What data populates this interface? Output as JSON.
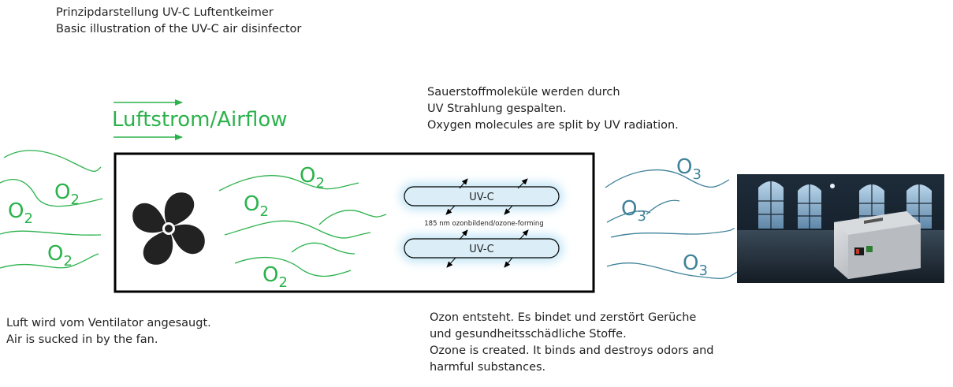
{
  "title": {
    "line1": "Prinzipdarstellung UV-C Luftentkeimer",
    "line2": "Basic illustration of the UV-C air disinfector"
  },
  "airflow_label": "Luftstrom/Airflow",
  "split_note": {
    "line1": "Sauerstoffmoleküle werden durch",
    "line2": "UV Strahlung gespalten.",
    "line3": "Oxygen molecules are split by UV radiation."
  },
  "intake_note": {
    "line1": "Luft wird vom Ventilator angesaugt.",
    "line2": "Air is sucked in by the fan."
  },
  "ozone_note": {
    "line1": "Ozon entsteht. Es bindet und zerstört Gerüche",
    "line2": "und gesundheitsschädliche Stoffe.",
    "line3": "Ozone is created. It binds and destroys odors and",
    "line4": "harmful substances."
  },
  "lamps": {
    "top_label": "UV-C",
    "bottom_label": "UV-C",
    "wavelength_note": "185 nm ozonbildend/ozone-forming"
  },
  "molecules": {
    "oxygen_symbol": "O",
    "oxygen_subscript": "2",
    "ozone_symbol": "O",
    "ozone_subscript": "3"
  },
  "colors": {
    "oxygen_green": "#2bb24c",
    "ozone_blue": "#3f8299",
    "lamp_glow": "#bfe4f5",
    "lamp_fill": "#dbeef7",
    "box_border": "#000000"
  },
  "icons": {
    "fan": "fan-icon",
    "photo": "ozone-generator-photo"
  }
}
